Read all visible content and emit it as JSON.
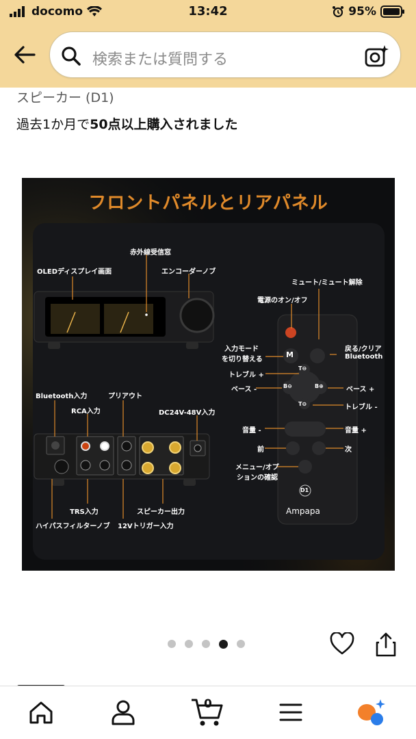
{
  "status": {
    "carrier": "docomo",
    "time": "13:42",
    "battery": "95%"
  },
  "search": {
    "placeholder": "検索または質問する"
  },
  "product": {
    "subtitle": "スピーカー (D1)",
    "purchase_prefix": "過去1か月で",
    "purchase_bold": "50点以上購入されました",
    "image": {
      "title": "フロントパネルとリアパネル",
      "labels": {
        "ir": "赤外線受信窓",
        "oled": "OLEDディスプレイ画面",
        "encoder": "エンコーダーノブ",
        "mute": "ミュート/ミュート解除",
        "power": "電源のオン/オフ",
        "input_mode_1": "入力モード",
        "input_mode_2": "を切り替える",
        "back_1": "戻る/クリア",
        "back_2": "Bluetooth",
        "treble_plus": "トレブル +",
        "bass_minus": "ベース -",
        "bass_plus": "ベース +",
        "treble_minus": "トレブル -",
        "vol_minus": "音量 -",
        "vol_plus": "音量 +",
        "prev": "前",
        "next": "次",
        "menu_1": "メニュー/オプ",
        "menu_2": "ションの確認",
        "bt_in": "Bluetooth入力",
        "preout": "プリアウト",
        "rca_in": "RCA入力",
        "dc_in": "DC24V-48V入力",
        "trs_in": "TRS入力",
        "spk_out": "スピーカー出力",
        "hpf": "ハイパスフィルターノブ",
        "trigger": "12Vトリガー入力",
        "brand": "Ampapa",
        "model": "D1",
        "m_key": "M",
        "te_key": "T⊖",
        "b_minus_key": "B⊖",
        "b_plus_key": "B⊕",
        "t_minus_key": "T⊖"
      }
    }
  },
  "carousel": {
    "count": 5,
    "active_index": 3
  },
  "tabbar": {
    "cart_count": "0"
  }
}
